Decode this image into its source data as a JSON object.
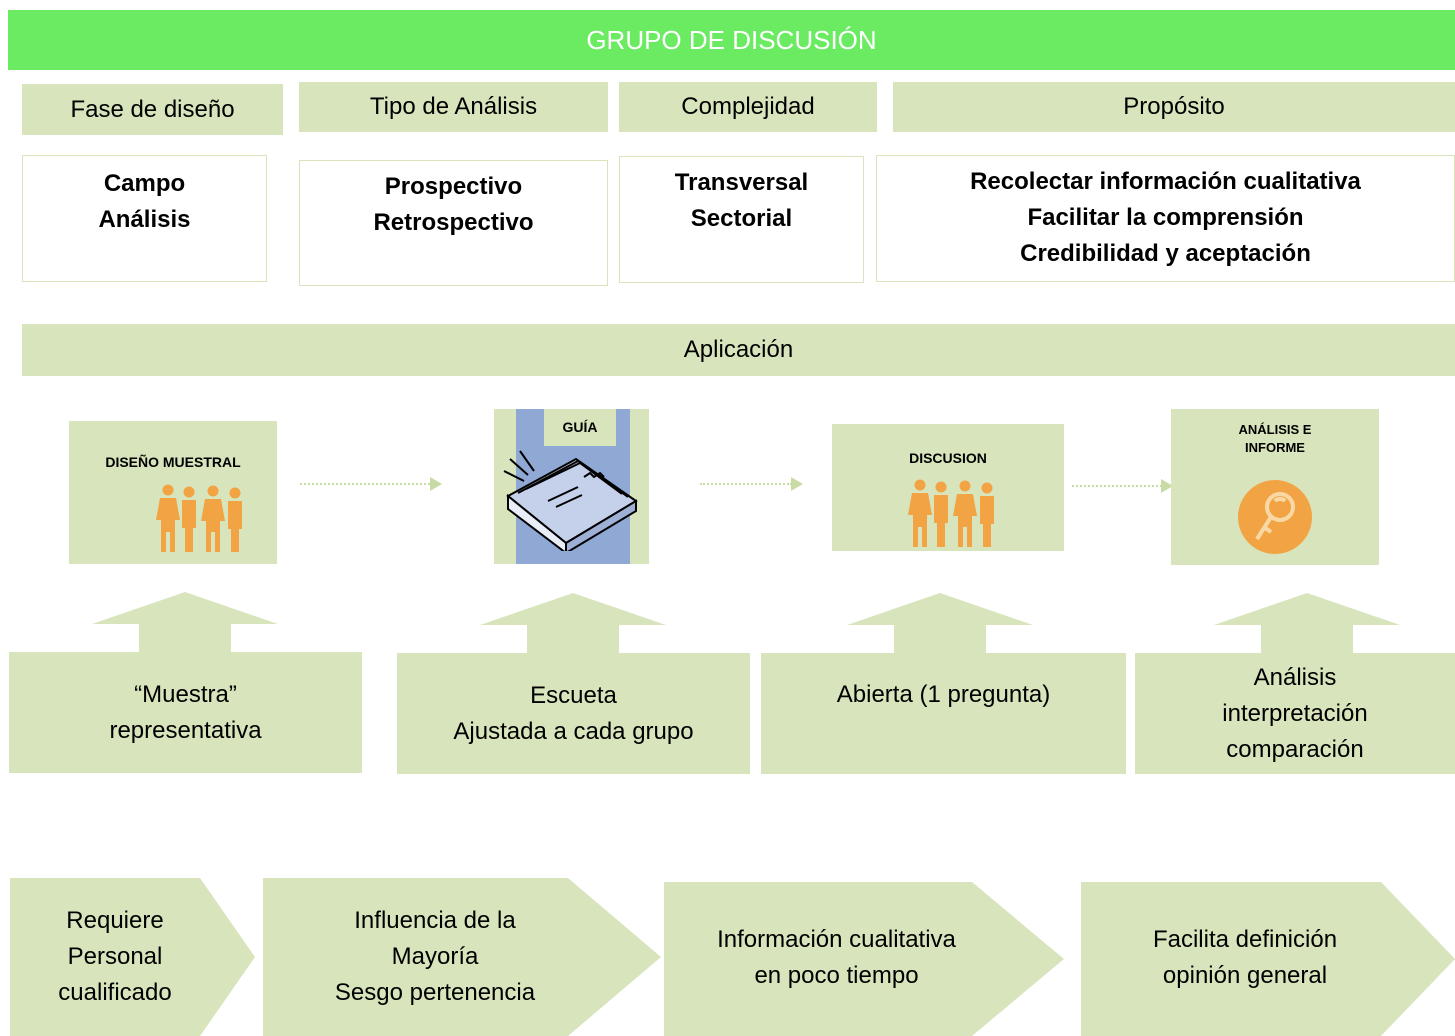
{
  "header": {
    "title": "GRUPO DE DISCUSIÓN"
  },
  "categories": [
    {
      "label": "Fase de diseño",
      "values": [
        "Campo",
        "Análisis"
      ]
    },
    {
      "label": "Tipo de Análisis",
      "values": [
        "Prospectivo",
        "Retrospectivo"
      ]
    },
    {
      "label": "Complejidad",
      "values": [
        "Transversal",
        "Sectorial"
      ]
    },
    {
      "label": "Propósito",
      "values": [
        "Recolectar información cualitativa",
        "Facilitar la comprensión",
        "Credibilidad y aceptación"
      ]
    }
  ],
  "application": {
    "title": "Aplicación",
    "steps": [
      {
        "label": "DISEÑO MUESTRAL",
        "icon": "people-icon"
      },
      {
        "label": "GUÍA",
        "icon": "book-icon"
      },
      {
        "label": "DISCUSION",
        "icon": "people-icon"
      },
      {
        "label": "ANÁLISIS E INFORME",
        "icon": "magnifier-icon"
      }
    ],
    "details": [
      [
        "“Muestra”",
        "representativa"
      ],
      [
        "Escueta",
        "Ajustada a cada grupo"
      ],
      [
        "Abierta (1 pregunta)"
      ],
      [
        "Análisis",
        "interpretación",
        "comparación"
      ]
    ]
  },
  "features": [
    [
      "Requiere",
      "Personal",
      "cualificado"
    ],
    [
      "Influencia de la",
      "Mayoría",
      "Sesgo pertenencia"
    ],
    [
      "Información cualitativa",
      "en poco tiempo"
    ],
    [
      "Facilita definición",
      "opinión general"
    ]
  ],
  "colors": {
    "header": "#6aeb62",
    "panel": "#d8e4bc",
    "icon": "#f2a444",
    "book_bg": "#8fa9d4"
  }
}
